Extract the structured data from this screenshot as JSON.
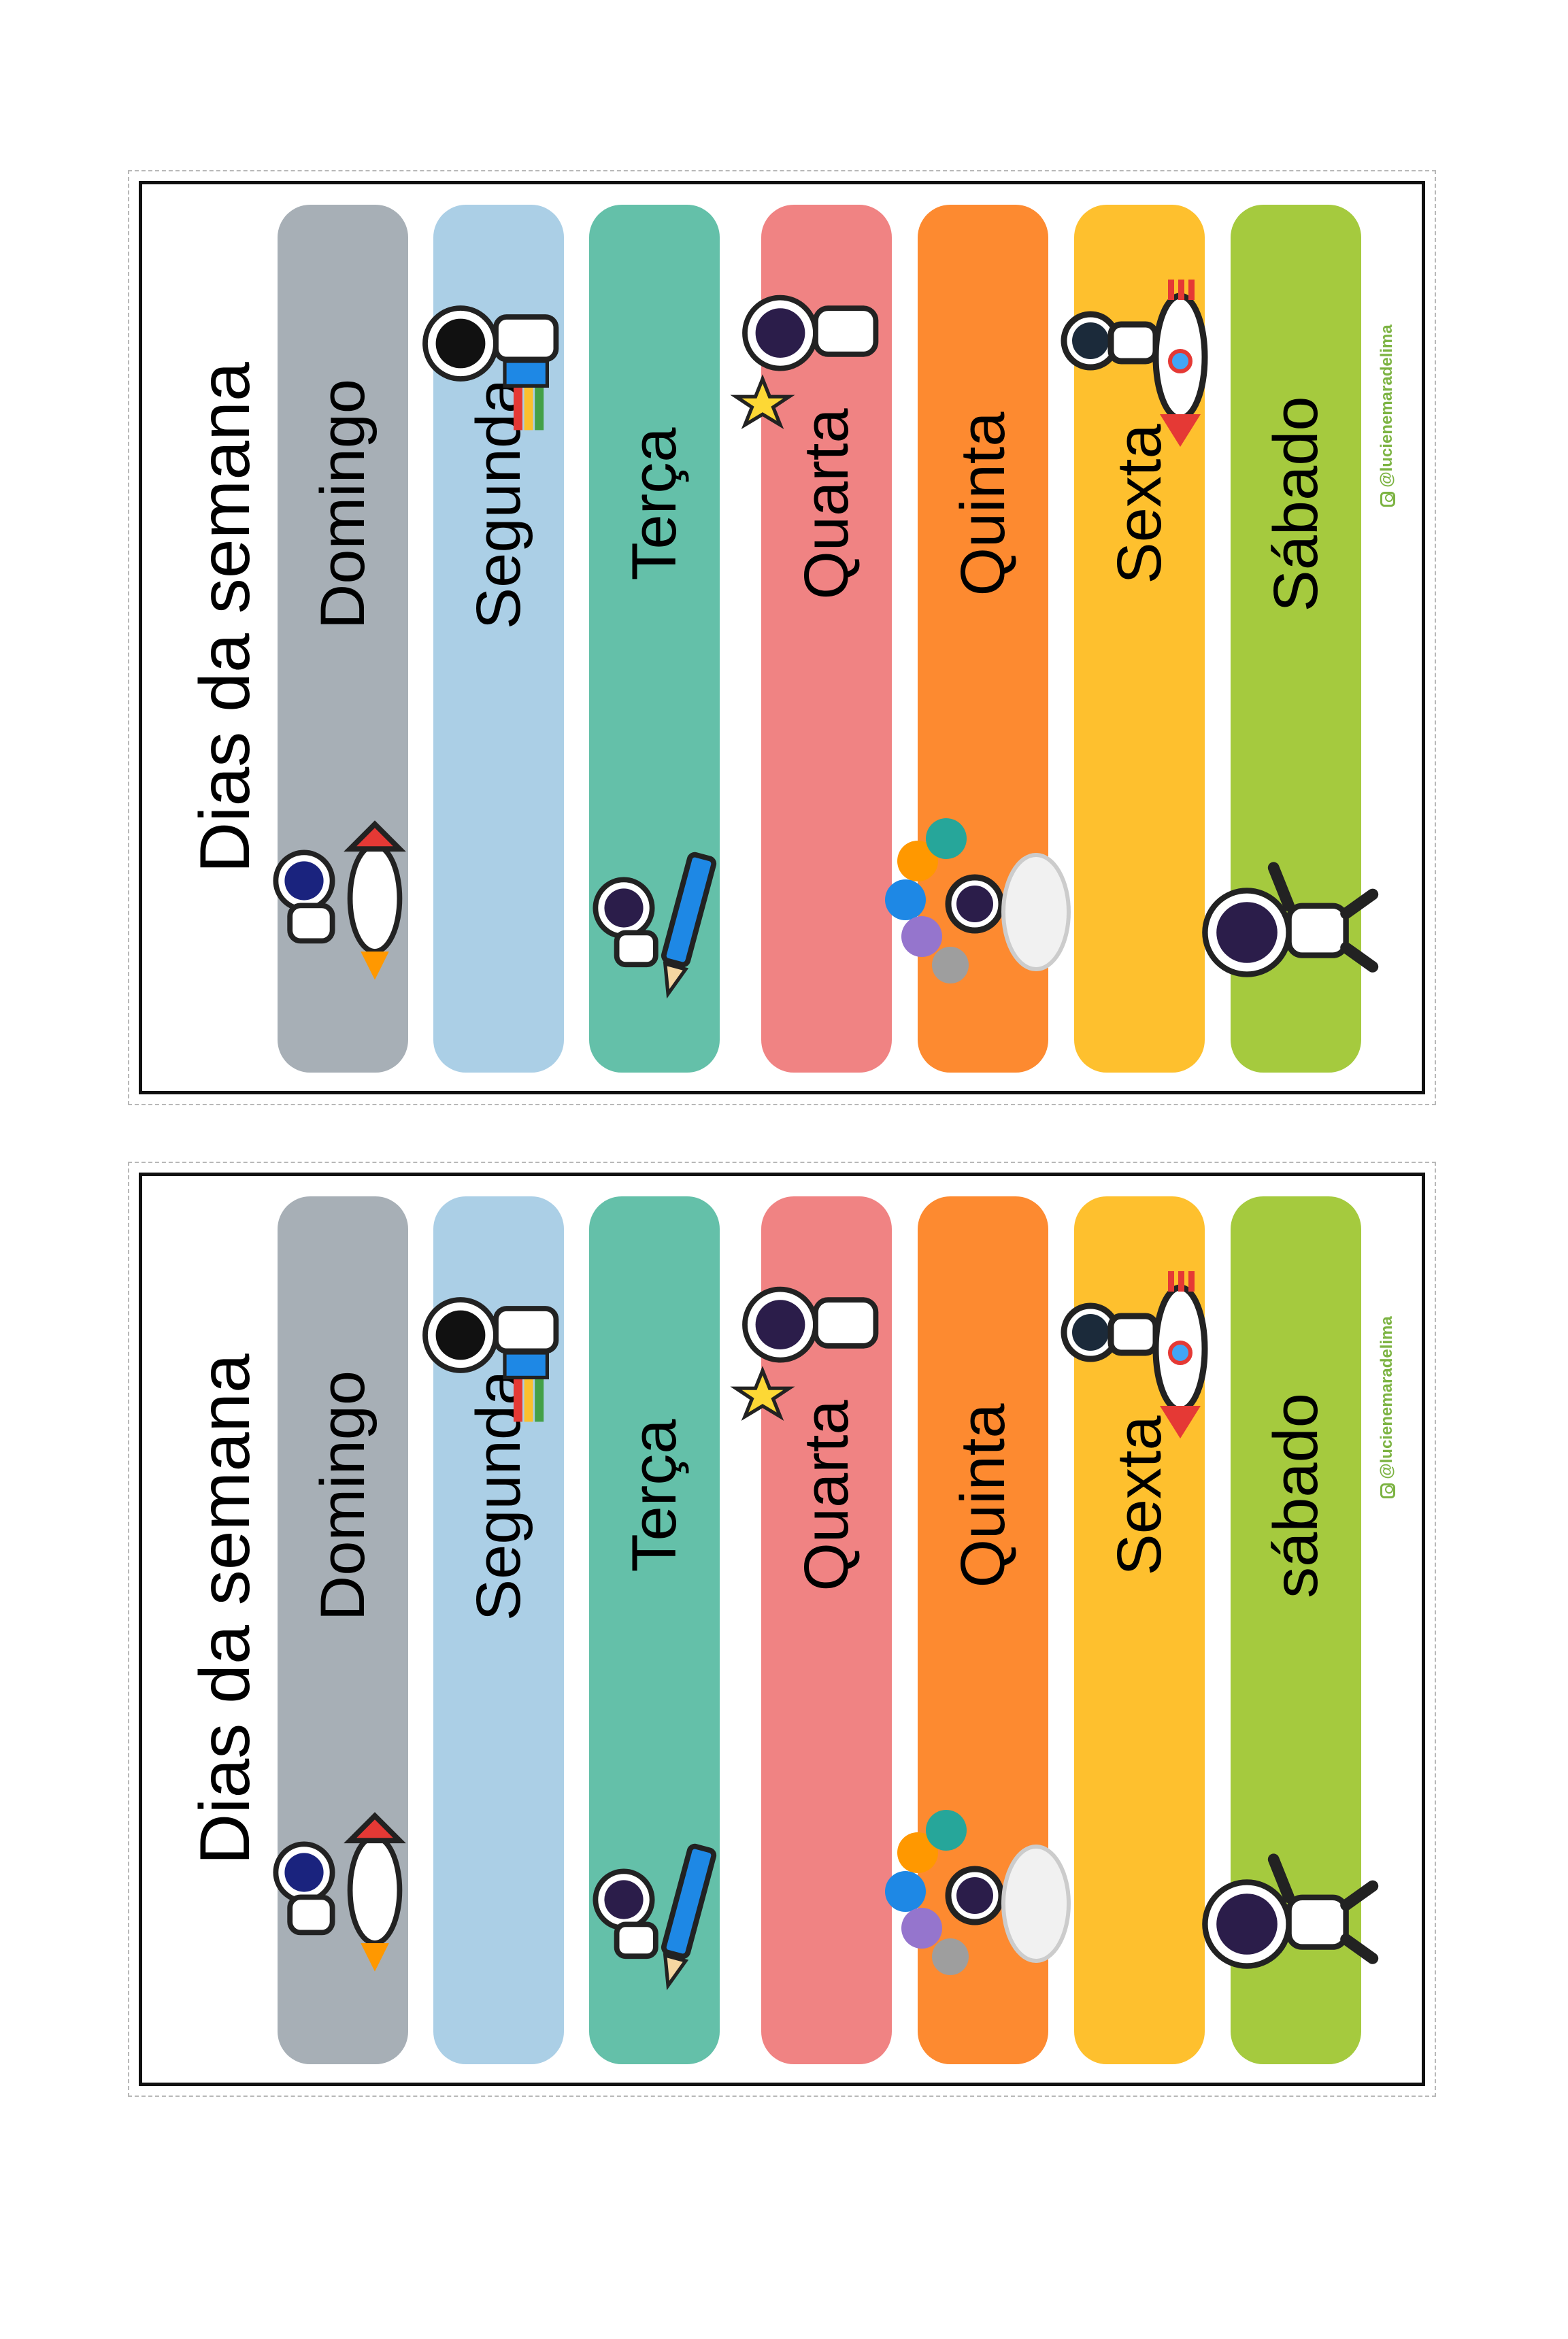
{
  "cards": [
    {
      "title": "Dias da semana",
      "credit": "@lucienemaradelima",
      "days": [
        {
          "label": "Domingo",
          "color": "#a7afb6"
        },
        {
          "label": "Segunda",
          "color": "#abcfe6"
        },
        {
          "label": "Terça",
          "color": "#64c0a9"
        },
        {
          "label": "Quarta",
          "color": "#f08383"
        },
        {
          "label": "Quinta",
          "color": "#fd8a30"
        },
        {
          "label": "Sexta",
          "color": "#fec02e"
        },
        {
          "label": "Sábado",
          "color": "#a5ca3e"
        }
      ]
    },
    {
      "title": "Dias da semana",
      "credit": "@lucienemaradelima",
      "days": [
        {
          "label": "Domingo",
          "color": "#a7afb6"
        },
        {
          "label": "Segunda",
          "color": "#abcfe6"
        },
        {
          "label": "Terça",
          "color": "#64c0a9"
        },
        {
          "label": "Quarta",
          "color": "#f08383"
        },
        {
          "label": "Quinta",
          "color": "#fd8a30"
        },
        {
          "label": "Sexta",
          "color": "#fec02e"
        },
        {
          "label": "sábado",
          "color": "#a5ca3e"
        }
      ]
    }
  ],
  "icons": {
    "astronaut": "astronaut-icon",
    "rocket": "rocket-icon",
    "star": "star-icon",
    "pencil": "pencil-icon",
    "balloons": "planet-balloons-icon",
    "books": "books-icon",
    "instagram": "instagram-icon"
  }
}
